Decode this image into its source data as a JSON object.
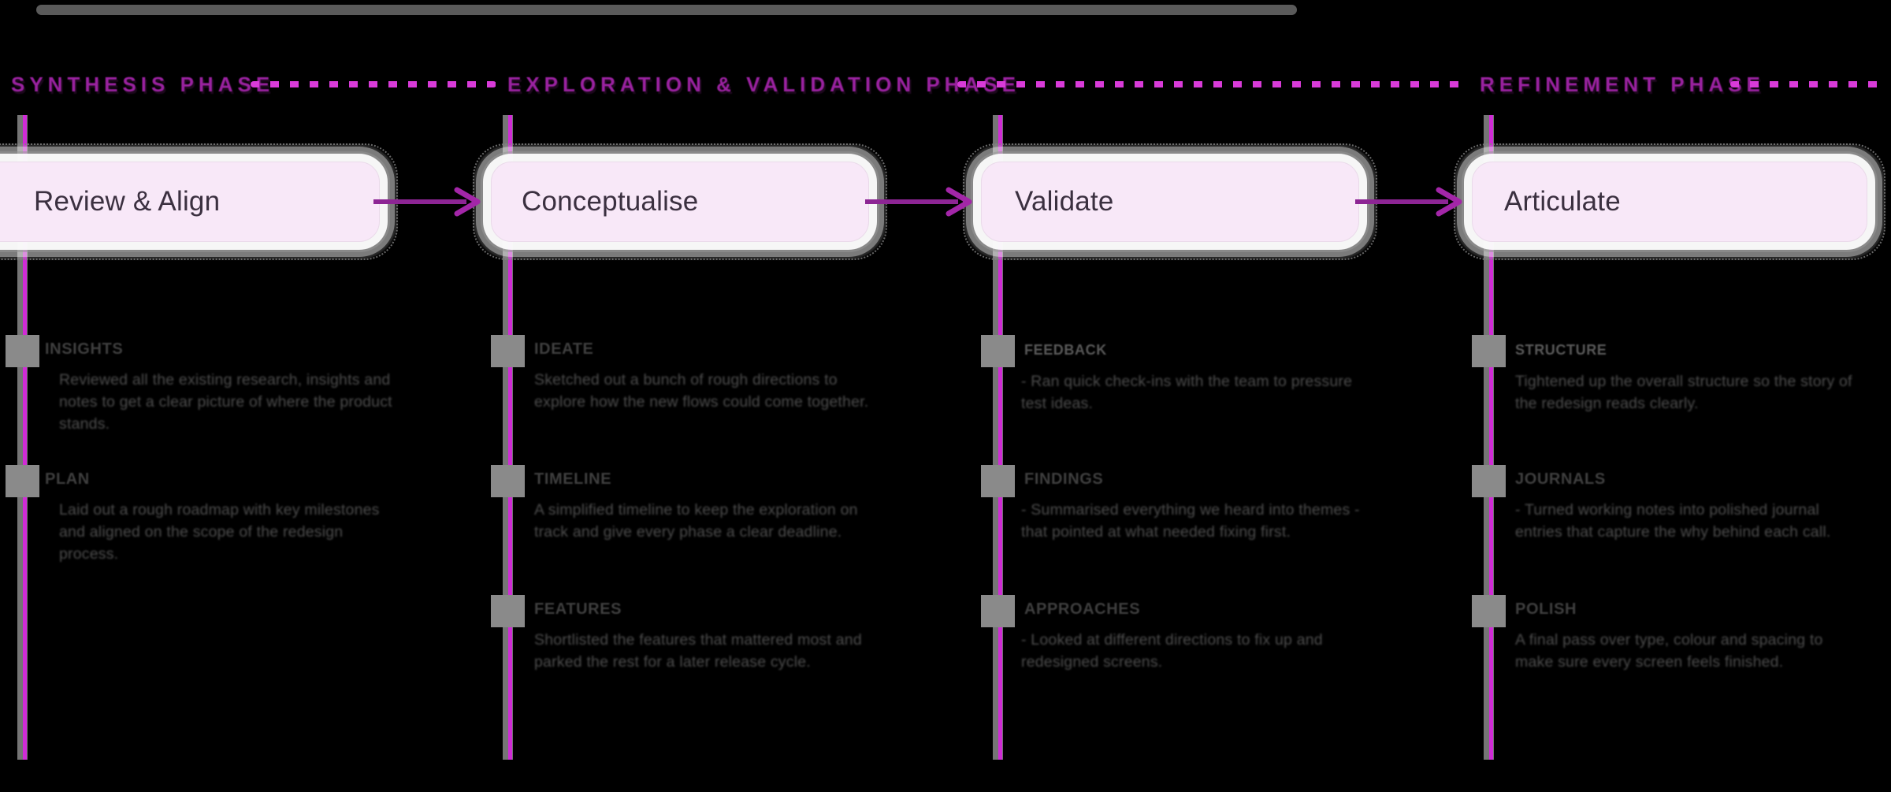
{
  "colors": {
    "background": "#000000",
    "phase_label": "#9a22a0",
    "timeline_magenta": "#d02bd6",
    "timeline_gray_shadow": "#8a8a8a",
    "box_fill": "#f8e8f8",
    "box_text": "#3b3040",
    "arrow": "#8d2594",
    "section_text": "#4d4d4d"
  },
  "phases": [
    {
      "label": "SYNTHESIS PHASE"
    },
    {
      "label": "EXPLORATION & VALIDATION PHASE"
    },
    {
      "label": "REFINEMENT PHASE"
    }
  ],
  "columns": [
    {
      "box": "Review & Align",
      "sections": [
        {
          "heading": "INSIGHTS",
          "body": "Reviewed all the existing research, insights and notes to get a clear picture of where the product stands."
        },
        {
          "heading": "PLAN",
          "body": "Laid out a rough roadmap with key milestones and aligned on the scope of the redesign process."
        }
      ]
    },
    {
      "box": "Conceptualise",
      "sections": [
        {
          "heading": "IDEATE",
          "body": "Sketched out a bunch of rough directions to explore how the new flows could come together."
        },
        {
          "heading": "TIMELINE",
          "body": "A simplified timeline to keep the exploration on track and give every phase a clear deadline."
        },
        {
          "heading": "FEATURES",
          "body": "Shortlisted the features that mattered most and parked the rest for a later release cycle."
        }
      ]
    },
    {
      "box": "Validate",
      "sections": [
        {
          "heading": "FEEDBACK",
          "body": "- Ran quick check-ins with the team to pressure test ideas."
        },
        {
          "heading": "FINDINGS",
          "body": "- Summarised everything we heard into themes - that pointed at what needed fixing first."
        },
        {
          "heading": "APPROACHES",
          "body": "- Looked at different directions to fix up and redesigned screens."
        }
      ]
    },
    {
      "box": "Articulate",
      "sections": [
        {
          "heading": "STRUCTURE",
          "body": "Tightened up the overall structure so the story of the redesign reads clearly."
        },
        {
          "heading": "JOURNALS",
          "body": "- Turned working notes into polished journal entries that capture the why behind each call."
        },
        {
          "heading": "POLISH",
          "body": "A final pass over type, colour and spacing to make sure every screen feels finished."
        }
      ]
    }
  ]
}
